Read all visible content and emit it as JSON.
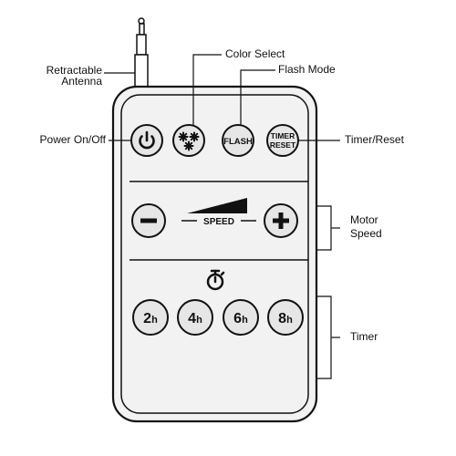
{
  "callouts": {
    "antenna_line1": "Retractable",
    "antenna_line2": "Antenna",
    "color_select": "Color Select",
    "flash_mode": "Flash Mode",
    "power": "Power On/Off",
    "timer_reset": "Timer/Reset",
    "motor_line1": "Motor",
    "motor_line2": "Speed",
    "timer": "Timer"
  },
  "remote": {
    "flash_label": "FLASH",
    "timer_reset_line1": "TIMER",
    "timer_reset_line2": "RESET",
    "speed_label": "SPEED",
    "timer_buttons": [
      {
        "num": "2",
        "unit": "h"
      },
      {
        "num": "4",
        "unit": "h"
      },
      {
        "num": "6",
        "unit": "h"
      },
      {
        "num": "8",
        "unit": "h"
      }
    ]
  },
  "colors": {
    "body_fill": "#f2f2f2",
    "button_fill": "#e6e6e6",
    "outline": "#111111"
  },
  "icons": [
    "power-icon",
    "color-stars-icon",
    "minus-icon",
    "plus-icon",
    "stopwatch-icon"
  ]
}
